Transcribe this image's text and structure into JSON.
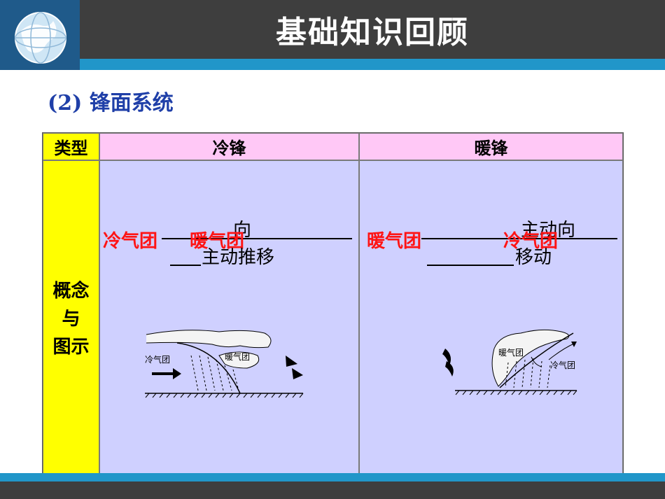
{
  "header": {
    "title": "基础知识回顾"
  },
  "section": {
    "heading": "(2) 锋面系统"
  },
  "table": {
    "col_type": "类型",
    "col_cold": "冷锋",
    "col_warm": "暖锋",
    "row_label": [
      "概念",
      "与",
      "图示"
    ],
    "cold_front": {
      "answer_cold_air": "冷气团",
      "answer_warm_air": "暖气团",
      "text_direction": "向",
      "text_push": "主动推移",
      "diagram_label_cold": "冷气团",
      "diagram_label_warm": "暖气团"
    },
    "warm_front": {
      "answer_warm_air": "暖气团",
      "answer_cold_air": "冷气团",
      "text_active_direction": "主动向",
      "text_move": "移动",
      "diagram_label_warm": "暖气团",
      "diagram_label_cold": "冷气团"
    }
  }
}
